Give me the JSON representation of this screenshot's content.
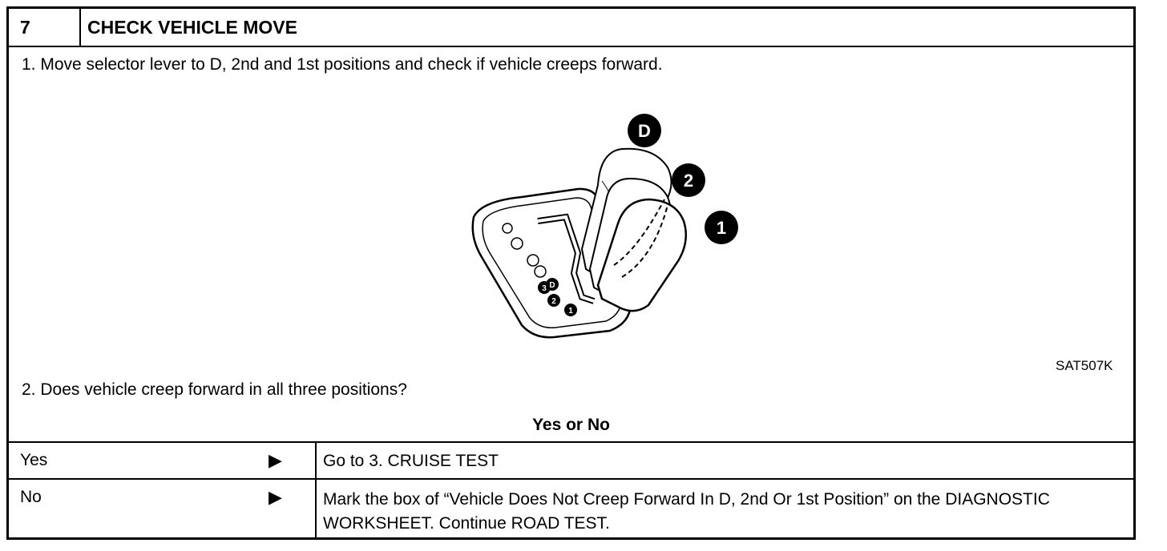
{
  "step": {
    "number": "7",
    "title": "CHECK VEHICLE MOVE"
  },
  "instructions": {
    "step1": "1.  Move selector lever to D, 2nd and 1st positions and check if vehicle creeps forward.",
    "step2": "2.  Does vehicle creep forward in all three positions?"
  },
  "figure": {
    "code": "SAT507K",
    "callouts": [
      "D",
      "2",
      "1"
    ],
    "gate_markers": [
      "3",
      "D",
      "2",
      "1"
    ]
  },
  "question": "Yes or No",
  "answers": [
    {
      "answer": "Yes",
      "arrow": "▶",
      "result": "Go to 3. CRUISE TEST"
    },
    {
      "answer": "No",
      "arrow": "▶",
      "result": "Mark the box of “Vehicle Does Not Creep Forward In D, 2nd Or 1st Position” on the DIAGNOSTIC WORKSHEET. Continue ROAD TEST."
    }
  ]
}
